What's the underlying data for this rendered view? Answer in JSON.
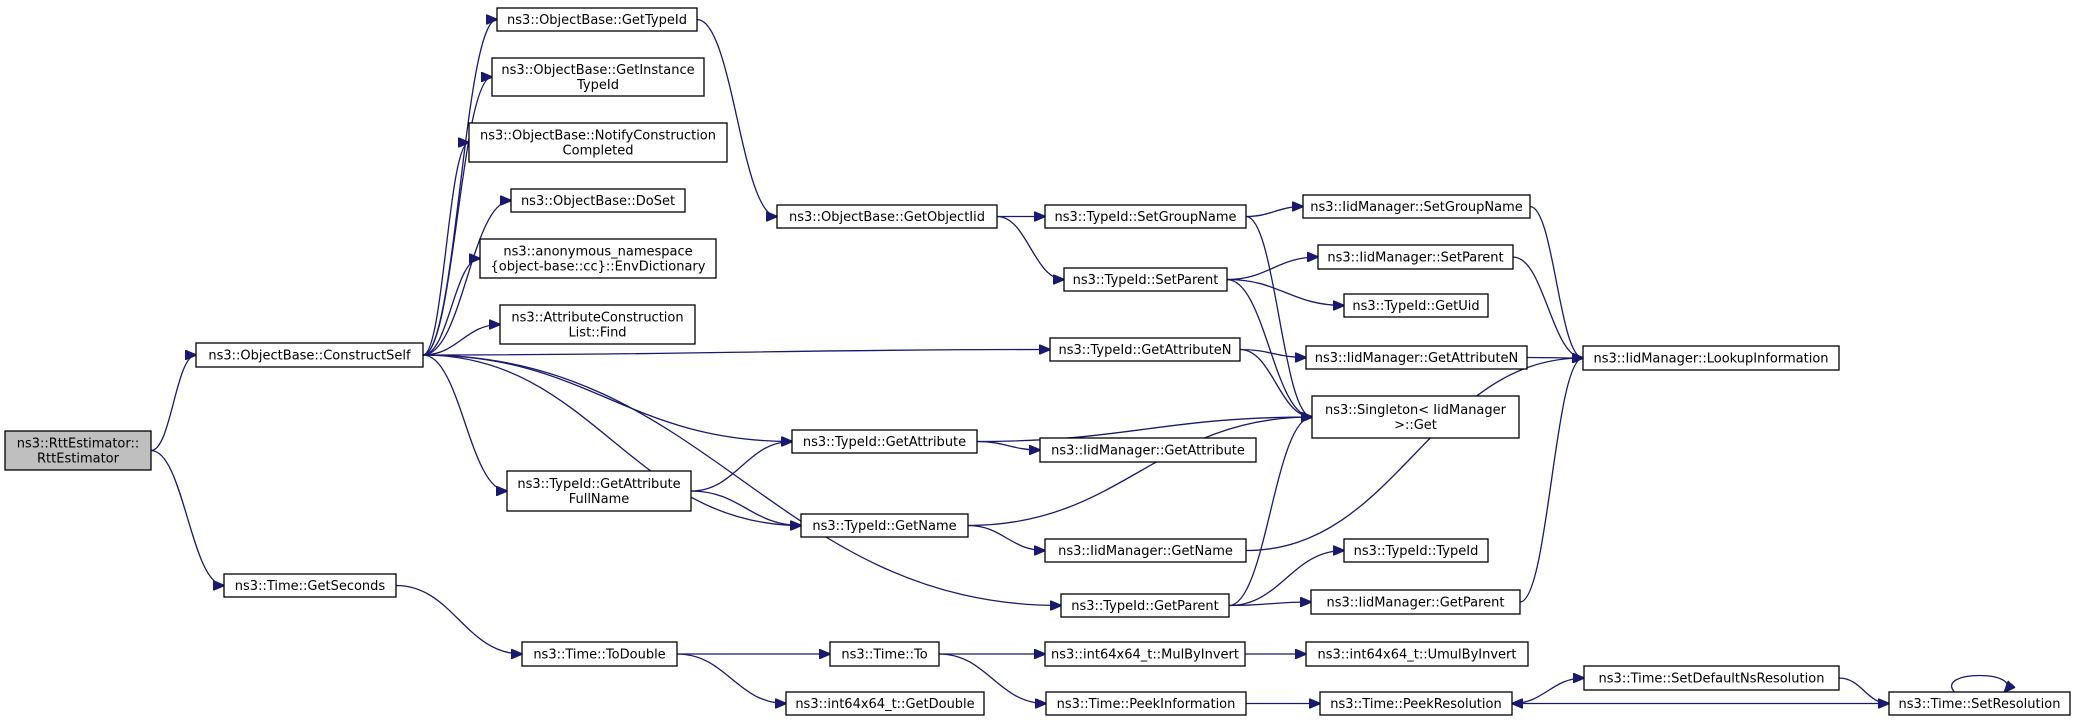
{
  "colors": {
    "edge": "#191970",
    "root_fill": "#bfbfbf",
    "node_fill": "#ffffff",
    "border": "#000000"
  },
  "nodes": [
    {
      "id": "rtt",
      "lines": [
        "ns3::RttEstimator::",
        "RttEstimator"
      ],
      "root": true
    },
    {
      "id": "cs",
      "lines": [
        "ns3::ObjectBase::ConstructSelf"
      ]
    },
    {
      "id": "gs",
      "lines": [
        "ns3::Time::GetSeconds"
      ]
    },
    {
      "id": "gtid",
      "lines": [
        "ns3::ObjectBase::GetTypeId"
      ]
    },
    {
      "id": "gitid",
      "lines": [
        "ns3::ObjectBase::GetInstance",
        "TypeId"
      ]
    },
    {
      "id": "ncc",
      "lines": [
        "ns3::ObjectBase::NotifyConstruction",
        "Completed"
      ]
    },
    {
      "id": "doset",
      "lines": [
        "ns3::ObjectBase::DoSet"
      ]
    },
    {
      "id": "envd",
      "lines": [
        "ns3::anonymous_namespace",
        "{object-base::cc}::EnvDictionary"
      ]
    },
    {
      "id": "aclf",
      "lines": [
        "ns3::AttributeConstruction",
        "List::Find"
      ]
    },
    {
      "id": "goid",
      "lines": [
        "ns3::ObjectBase::GetObjectIid"
      ]
    },
    {
      "id": "tsgn",
      "lines": [
        "ns3::TypeId::SetGroupName"
      ]
    },
    {
      "id": "tsp",
      "lines": [
        "ns3::TypeId::SetParent"
      ]
    },
    {
      "id": "tgan",
      "lines": [
        "ns3::TypeId::GetAttributeN"
      ]
    },
    {
      "id": "tga",
      "lines": [
        "ns3::TypeId::GetAttribute"
      ]
    },
    {
      "id": "tgafn",
      "lines": [
        "ns3::TypeId::GetAttribute",
        "FullName"
      ]
    },
    {
      "id": "tgn",
      "lines": [
        "ns3::TypeId::GetName"
      ]
    },
    {
      "id": "tgp",
      "lines": [
        "ns3::TypeId::GetParent"
      ]
    },
    {
      "id": "imsgn",
      "lines": [
        "ns3::IidManager::SetGroupName"
      ]
    },
    {
      "id": "imsp",
      "lines": [
        "ns3::IidManager::SetParent"
      ]
    },
    {
      "id": "tguid",
      "lines": [
        "ns3::TypeId::GetUid"
      ]
    },
    {
      "id": "imgan",
      "lines": [
        "ns3::IidManager::GetAttributeN"
      ]
    },
    {
      "id": "sget",
      "lines": [
        "ns3::Singleton< IidManager",
        ">::Get"
      ]
    },
    {
      "id": "imga",
      "lines": [
        "ns3::IidManager::GetAttribute"
      ]
    },
    {
      "id": "imgn",
      "lines": [
        "ns3::IidManager::GetName"
      ]
    },
    {
      "id": "ttid",
      "lines": [
        "ns3::TypeId::TypeId"
      ]
    },
    {
      "id": "imgp",
      "lines": [
        "ns3::IidManager::GetParent"
      ]
    },
    {
      "id": "imli",
      "lines": [
        "ns3::IidManager::LookupInformation"
      ]
    },
    {
      "id": "ttd",
      "lines": [
        "ns3::Time::ToDouble"
      ]
    },
    {
      "id": "tto",
      "lines": [
        "ns3::Time::To"
      ]
    },
    {
      "id": "igd",
      "lines": [
        "ns3::int64x64_t::GetDouble"
      ]
    },
    {
      "id": "imbi",
      "lines": [
        "ns3::int64x64_t::MulByInvert"
      ]
    },
    {
      "id": "tpi",
      "lines": [
        "ns3::Time::PeekInformation"
      ]
    },
    {
      "id": "iumbi",
      "lines": [
        "ns3::int64x64_t::UmulByInvert"
      ]
    },
    {
      "id": "tpr",
      "lines": [
        "ns3::Time::PeekResolution"
      ]
    },
    {
      "id": "tsdnr",
      "lines": [
        "ns3::Time::SetDefaultNsResolution"
      ]
    },
    {
      "id": "tsr",
      "lines": [
        "ns3::Time::SetResolution"
      ]
    }
  ],
  "edges": [
    [
      "rtt",
      "cs"
    ],
    [
      "rtt",
      "gs"
    ],
    [
      "cs",
      "gtid"
    ],
    [
      "cs",
      "gitid"
    ],
    [
      "cs",
      "ncc"
    ],
    [
      "cs",
      "doset"
    ],
    [
      "cs",
      "envd"
    ],
    [
      "cs",
      "aclf"
    ],
    [
      "cs",
      "tgan"
    ],
    [
      "cs",
      "tga"
    ],
    [
      "cs",
      "tgafn"
    ],
    [
      "cs",
      "tgn"
    ],
    [
      "cs",
      "tgp"
    ],
    [
      "gtid",
      "goid"
    ],
    [
      "goid",
      "tsgn"
    ],
    [
      "goid",
      "tsp"
    ],
    [
      "tsgn",
      "imsgn"
    ],
    [
      "tsgn",
      "sget"
    ],
    [
      "tsp",
      "imsp"
    ],
    [
      "tsp",
      "tguid"
    ],
    [
      "tsp",
      "sget"
    ],
    [
      "tgan",
      "imgan"
    ],
    [
      "tgan",
      "sget"
    ],
    [
      "tga",
      "sget"
    ],
    [
      "tga",
      "imga"
    ],
    [
      "tgafn",
      "tga"
    ],
    [
      "tgafn",
      "tgn"
    ],
    [
      "tgn",
      "sget"
    ],
    [
      "tgn",
      "imgn"
    ],
    [
      "tgp",
      "sget"
    ],
    [
      "tgp",
      "ttid"
    ],
    [
      "tgp",
      "imgp"
    ],
    [
      "imsgn",
      "imli"
    ],
    [
      "imsp",
      "imli"
    ],
    [
      "imgan",
      "imli"
    ],
    [
      "imgn",
      "imli"
    ],
    [
      "imgp",
      "imli"
    ],
    [
      "gs",
      "ttd"
    ],
    [
      "ttd",
      "tto"
    ],
    [
      "ttd",
      "igd"
    ],
    [
      "tto",
      "imbi"
    ],
    [
      "tto",
      "tpi"
    ],
    [
      "imbi",
      "iumbi"
    ],
    [
      "tpi",
      "tpr"
    ],
    [
      "tpr",
      "tsdnr"
    ],
    [
      "tsdnr",
      "tsr"
    ],
    [
      "tsr",
      "tpr"
    ],
    [
      "tsr",
      "tsr"
    ]
  ]
}
